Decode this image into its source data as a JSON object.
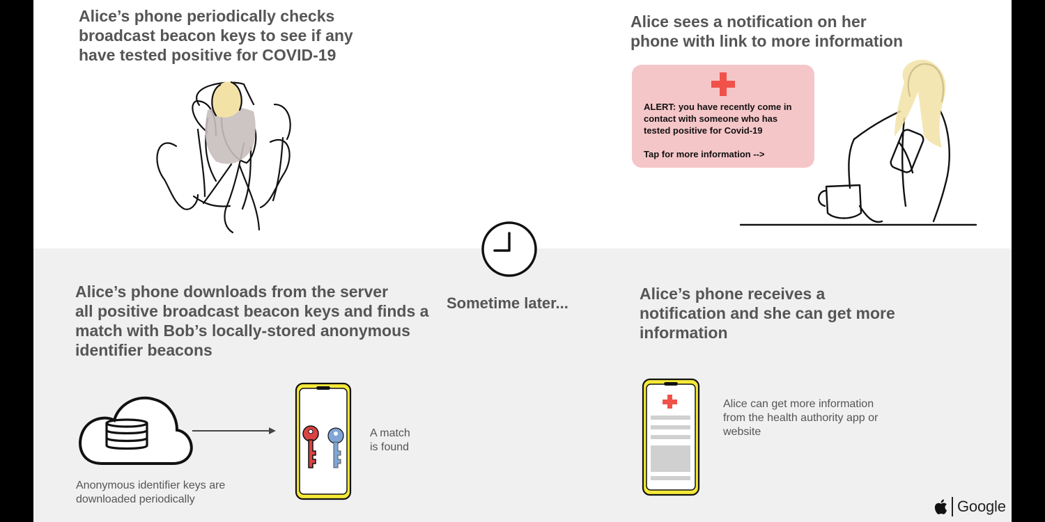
{
  "panels": {
    "top_left": {
      "heading": "Alice’s phone periodically checks\nbroadcast beacon keys to see if any\nhave tested positive for COVID-19"
    },
    "top_right": {
      "heading": "Alice sees a notification on her\nphone with link to more information",
      "alert_text": "ALERT:  you have recently come in\ncontact with someone who has\ntested positive for Covid-19",
      "alert_tap": "Tap for more information -->"
    },
    "bottom_left": {
      "heading": "Alice’s phone downloads from the server\nall positive broadcast beacon keys and finds a\nmatch with Bob’s locally-stored anonymous\nidentifier beacons",
      "cloud_caption": "Anonymous identifier keys are\ndownloaded periodically",
      "match_caption": "A match\nis found"
    },
    "bottom_right": {
      "heading": "Alice’s phone receives a\nnotification and she can get more\ninformation",
      "info_caption": "Alice can get more information\nfrom the health authority app or\nwebsite"
    }
  },
  "center": {
    "label": "Sometime later..."
  },
  "logo": {
    "brand_text": "Google",
    "apple_icon": "apple-logo-icon"
  },
  "colors": {
    "heading_text": "#555555",
    "bottom_band": "#f0f0f0",
    "alert_card": "#f5c6c8",
    "red_cross": "#f0524a",
    "phone_frame": "#f5e93a",
    "red_key": "#d94343",
    "blue_key": "#7fa6d6"
  }
}
